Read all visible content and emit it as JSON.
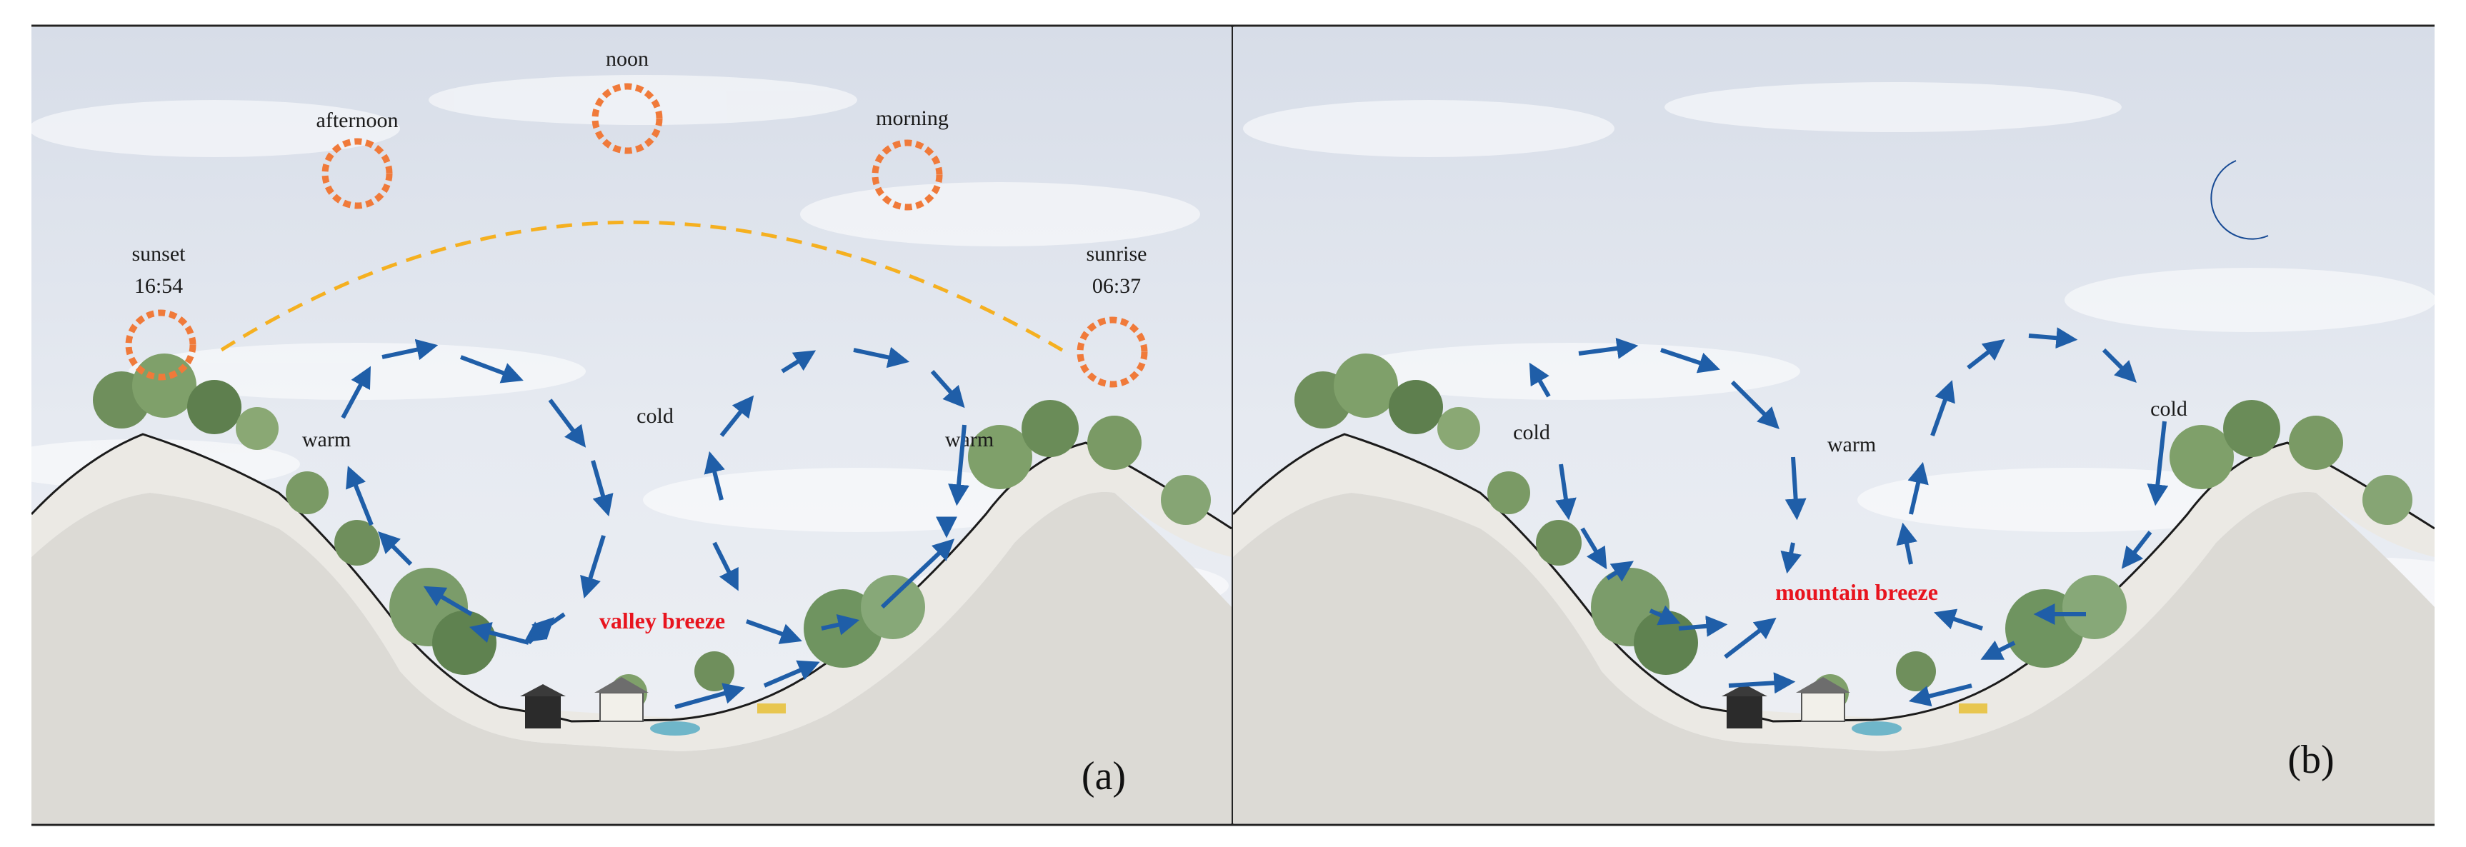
{
  "panel_a": {
    "sun_labels": {
      "noon": "noon",
      "afternoon": "afternoon",
      "morning": "morning",
      "sunset": "sunset",
      "sunset_time": "16:54",
      "sunrise": "sunrise",
      "sunrise_time": "06:37"
    },
    "air_labels": {
      "warm_left": "warm",
      "cold": "cold",
      "warm_right": "warm"
    },
    "breeze_label": "valley breeze",
    "panel_label": "(a)"
  },
  "panel_b": {
    "air_labels": {
      "cold_left": "cold",
      "warm": "warm",
      "cold_right": "cold"
    },
    "breeze_label": "mountain breeze",
    "panel_label": "(b)",
    "moon_icon": "crescent-moon-icon"
  },
  "colors": {
    "sun_circle": "#f07a3a",
    "sun_path": "#f5b020",
    "arrow": "#1f5ea8",
    "breeze_text": "#e8141e",
    "moon": "#1f63c6",
    "mountain_shadow": "#dcdad5",
    "sky": "#e4e8ef"
  }
}
